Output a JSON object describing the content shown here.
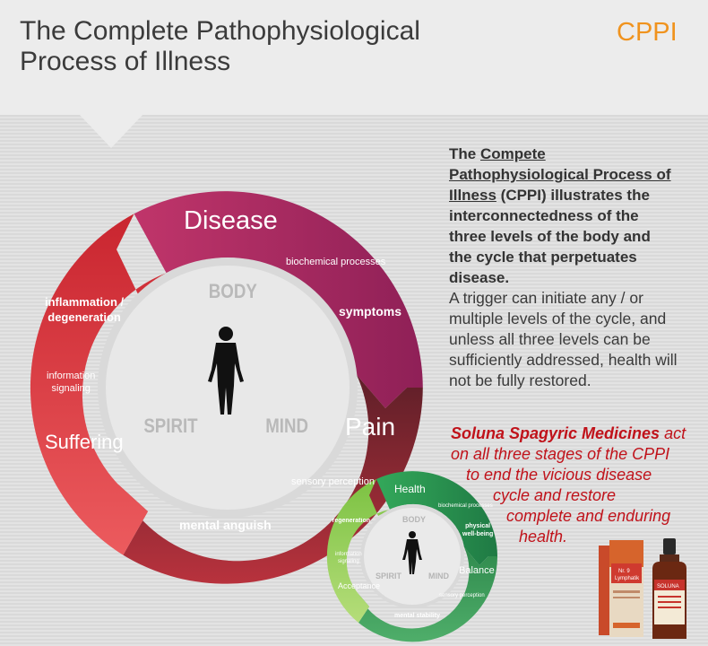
{
  "header": {
    "title_line1": "The Complete Pathophysiological",
    "title_line2": "Process of Illness",
    "brand": "CPPI"
  },
  "description": {
    "intro": "The",
    "link_line1": "Compete",
    "link_line2": "Pathophysiological Process of",
    "link_line3": "Illness",
    "bold_rest_1": "(CPPI) illustrates the",
    "bold_rest_2": "interconnectedness of the",
    "bold_rest_3": "three levels of the body and",
    "bold_rest_4": "the cycle that perpetuates",
    "bold_rest_5": "disease.",
    "plain_1": "A trigger can initiate any / or",
    "plain_2": "multiple levels of the cycle, and",
    "plain_3": "unless all three levels can be",
    "plain_4": "sufficiently addressed, health will",
    "plain_5": "not be fully restored."
  },
  "tagline": {
    "bold": "Soluna Spagyric Medicines",
    "line1_rest": " act",
    "line2": "on all three stages of the CPPI",
    "line3": "to end the vicious disease",
    "line4": "cycle and restore",
    "line5": "complete and enduring",
    "line6": "health."
  },
  "illness_cycle": {
    "disease": "Disease",
    "biochemical": "biochemical processes",
    "symptoms": "symptoms",
    "pain": "Pain",
    "sensory": "sensory perception",
    "mental_anguish": "mental anguish",
    "suffering": "Suffering",
    "info_1": "information",
    "info_2": "signaling",
    "inflam_1": "inflammation /",
    "inflam_2": "degeneration",
    "body": "BODY",
    "spirit": "SPIRIT",
    "mind": "MIND",
    "colors": {
      "disease": "#a2275f",
      "pain": "#8e2a36",
      "suffering": "#d8303a"
    }
  },
  "health_cycle": {
    "health": "Health",
    "biochemical": "biochemical processes",
    "physical_1": "physical",
    "physical_2": "well-being",
    "balance": "Balance",
    "sensory": "sensory perception",
    "mental_stability": "mental stability",
    "acceptance": "Acceptance",
    "info_1": "information",
    "info_2": "signaling",
    "regeneration": "regeneration",
    "body": "BODY",
    "spirit": "SPIRIT",
    "mind": "MIND",
    "colors": {
      "health": "#2f9d56",
      "balance": "#3a8d55",
      "acceptance": "#8cc63f"
    }
  },
  "products": {
    "box_label_1": "Nr. 9",
    "box_label_2": "Lymphatik",
    "bottle_brand": "SOLUNA"
  }
}
